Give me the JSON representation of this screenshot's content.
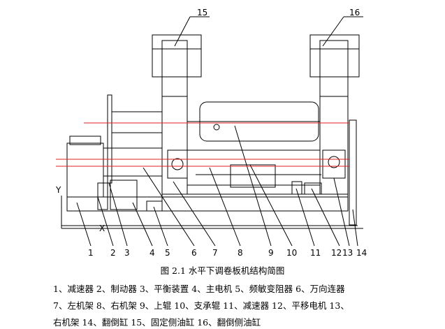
{
  "caption": "图 2.1 水平下调卷板机结构简图",
  "legend_lines": [
    "1、减速器 2、制动器 3、平衡装置 4、主电机 5、频敏变阻器 6、万向连器",
    "7、左机架 8、右机架 9、上辊     10、支承辊 11、减速器     12、平移电机 13、",
    "右机架 14、翻倒缸 15、固定侧油缸    16、翻倒侧油缸"
  ],
  "callouts": [
    "1",
    "2",
    "3",
    "4",
    "5",
    "6",
    "7",
    "8",
    "9",
    "10",
    "11",
    "12",
    "13",
    "14",
    "15",
    "16"
  ],
  "axis_labels": {
    "y": "Y",
    "x": "X"
  },
  "colors": {
    "line": "#000000",
    "centerline": "#e02020"
  }
}
